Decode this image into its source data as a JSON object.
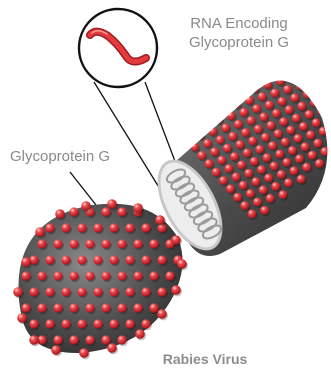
{
  "labels": {
    "rna_line1": "RNA Encoding",
    "rna_line2": "Glycoprotein G",
    "glycoprotein": "Glycoprotein G",
    "virus": "Rabies Virus"
  },
  "icons": {
    "rna_strand": "rna-strand-icon",
    "virus_cap": "virus-cap-icon",
    "virus_body": "virus-body-icon"
  },
  "colors": {
    "spike_red": "#e0383c",
    "shell_gray": "#5a5a5a",
    "rna_red": "#d8262b",
    "callout_black": "#111111",
    "label_gray": "#8a8a8a"
  }
}
